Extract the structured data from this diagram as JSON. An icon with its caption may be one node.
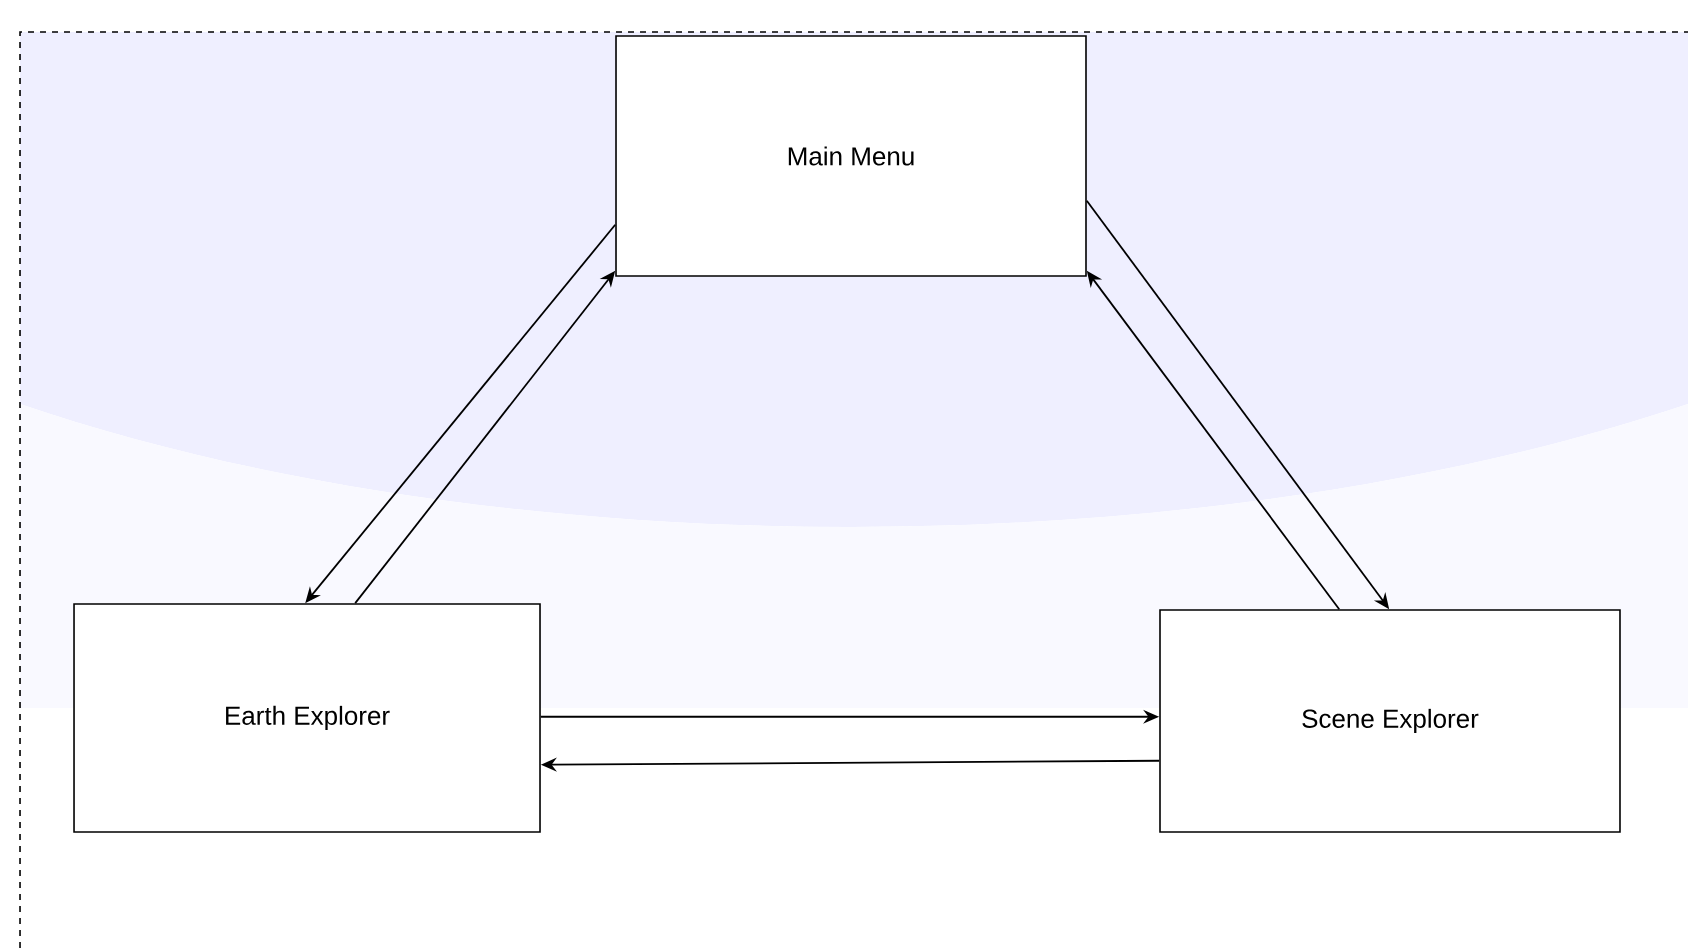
{
  "diagram": {
    "nodes": [
      {
        "text": [
          "Main Menu"
        ]
      },
      {
        "text": [
          "Earth Explorer"
        ]
      },
      {
        "text": [
          "Scene Explorer"
        ]
      }
    ],
    "edges": [
      {
        "from": 0,
        "to": 1,
        "arrow": "to"
      },
      {
        "from": 1,
        "to": 0,
        "arrow": "to"
      },
      {
        "from": 0,
        "to": 2,
        "arrow": "to"
      },
      {
        "from": 2,
        "to": 0,
        "arrow": "to"
      },
      {
        "from": 1,
        "to": 2,
        "arrow": "to"
      },
      {
        "from": 2,
        "to": 1,
        "arrow": "to"
      }
    ]
  }
}
